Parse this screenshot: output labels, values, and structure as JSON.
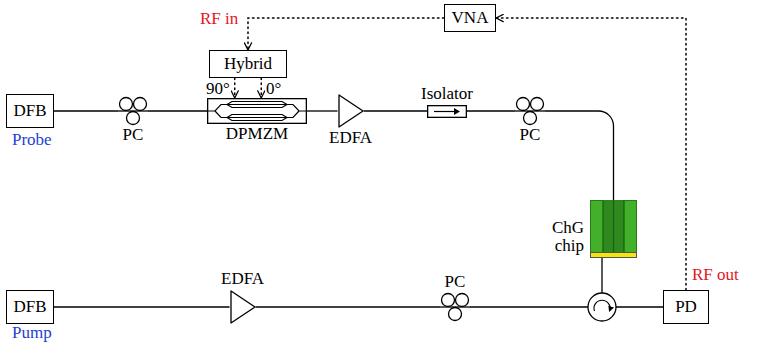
{
  "diagram": {
    "nodes": [
      {
        "text": [
          "DFB"
        ]
      },
      {
        "text": [
          "PC"
        ]
      },
      {
        "text": [
          "DPMZM"
        ]
      },
      {
        "text": [
          "EDFA"
        ]
      },
      {
        "text": [
          "Isolator"
        ]
      },
      {
        "text": [
          "PC"
        ]
      },
      {
        "text": [
          "ChG chip"
        ]
      },
      {
        "text": [
          "Hybrid"
        ]
      },
      {
        "text": [
          "VNA"
        ]
      },
      {
        "text": [
          "DFB"
        ]
      },
      {
        "text": [
          "EDFA"
        ]
      },
      {
        "text": [
          "PC"
        ]
      },
      {
        "text": [
          "PD"
        ]
      }
    ],
    "edges": [
      {
        "from": 0,
        "to": 1,
        "arrow": "none"
      },
      {
        "from": 1,
        "to": 2,
        "arrow": "none"
      },
      {
        "from": 2,
        "to": 3,
        "arrow": "none"
      },
      {
        "from": 3,
        "to": 4,
        "arrow": "none"
      },
      {
        "from": 4,
        "to": 5,
        "arrow": "none"
      },
      {
        "from": 5,
        "to": 6,
        "arrow": "none"
      },
      {
        "from": 9,
        "to": 10,
        "arrow": "none"
      },
      {
        "from": 10,
        "to": 11,
        "arrow": "none"
      },
      {
        "from": 7,
        "to": 2,
        "label": "90°",
        "arrow": "to"
      },
      {
        "from": 7,
        "to": 2,
        "label": "0°",
        "arrow": "to"
      },
      {
        "from": 8,
        "to": 7,
        "arrow": "to"
      },
      {
        "from": 12,
        "to": 8,
        "arrow": "to"
      }
    ],
    "labels": [
      "RF in",
      "Probe",
      "Pump",
      "RF out"
    ]
  }
}
